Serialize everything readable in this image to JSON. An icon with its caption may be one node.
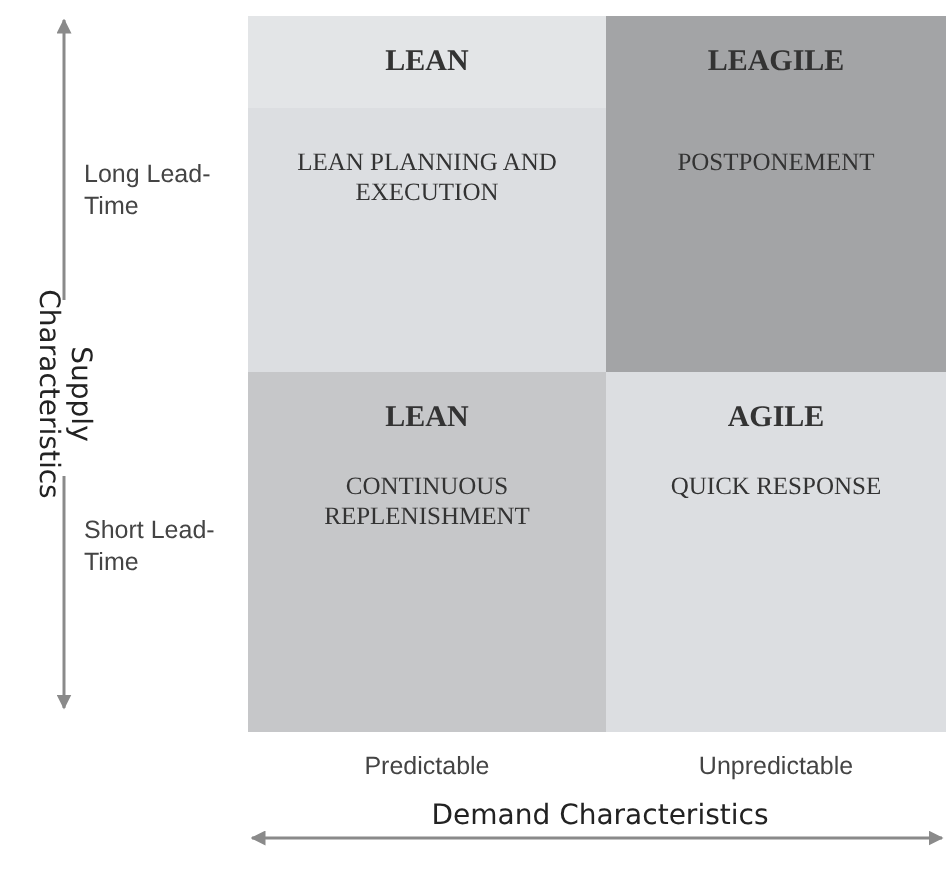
{
  "diagram": {
    "nodes": [
      {
        "text": [
          "LEAN",
          "LEAN PLANNING AND EXECUTION"
        ]
      },
      {
        "text": [
          "LEAGILE",
          "POSTPONEMENT"
        ]
      },
      {
        "text": [
          "LEAN",
          "CONTINUOUS REPLENISHMENT"
        ]
      },
      {
        "text": [
          "AGILE",
          "QUICK RESPONSE"
        ]
      }
    ],
    "labels": [
      "Long Lead-Time",
      "Supply Characteristics",
      "Short Lead-Time",
      "Predictable",
      "Unpredictable",
      "Demand Characteristics"
    ]
  }
}
